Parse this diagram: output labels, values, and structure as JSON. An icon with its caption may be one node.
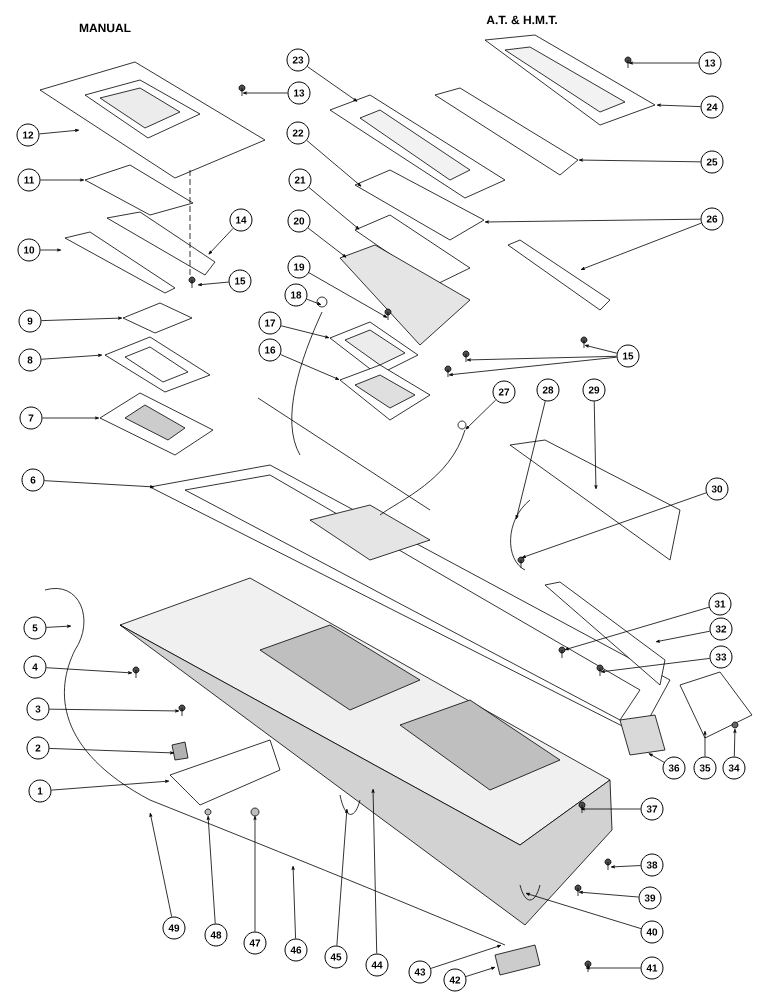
{
  "diagram": {
    "nodes": [
      {
        "text": [
          "1"
        ]
      },
      {
        "text": [
          "2"
        ]
      },
      {
        "text": [
          "3"
        ]
      },
      {
        "text": [
          "4"
        ]
      },
      {
        "text": [
          "5"
        ]
      },
      {
        "text": [
          "6"
        ]
      },
      {
        "text": [
          "7"
        ]
      },
      {
        "text": [
          "8"
        ]
      },
      {
        "text": [
          "9"
        ]
      },
      {
        "text": [
          "10"
        ]
      },
      {
        "text": [
          "11"
        ]
      },
      {
        "text": [
          "12"
        ]
      },
      {
        "text": [
          "13"
        ]
      },
      {
        "text": [
          "13"
        ]
      },
      {
        "text": [
          "14"
        ]
      },
      {
        "text": [
          "15"
        ]
      },
      {
        "text": [
          "15"
        ]
      },
      {
        "text": [
          "16"
        ]
      },
      {
        "text": [
          "17"
        ]
      },
      {
        "text": [
          "18"
        ]
      },
      {
        "text": [
          "19"
        ]
      },
      {
        "text": [
          "20"
        ]
      },
      {
        "text": [
          "21"
        ]
      },
      {
        "text": [
          "22"
        ]
      },
      {
        "text": [
          "23"
        ]
      },
      {
        "text": [
          "24"
        ]
      },
      {
        "text": [
          "25"
        ]
      },
      {
        "text": [
          "26"
        ]
      },
      {
        "text": [
          "27"
        ]
      },
      {
        "text": [
          "28"
        ]
      },
      {
        "text": [
          "29"
        ]
      },
      {
        "text": [
          "30"
        ]
      },
      {
        "text": [
          "31"
        ]
      },
      {
        "text": [
          "32"
        ]
      },
      {
        "text": [
          "33"
        ]
      },
      {
        "text": [
          "34"
        ]
      },
      {
        "text": [
          "35"
        ]
      },
      {
        "text": [
          "36"
        ]
      },
      {
        "text": [
          "37"
        ]
      },
      {
        "text": [
          "38"
        ]
      },
      {
        "text": [
          "39"
        ]
      },
      {
        "text": [
          "40"
        ]
      },
      {
        "text": [
          "41"
        ]
      },
      {
        "text": [
          "42"
        ]
      },
      {
        "text": [
          "43"
        ]
      },
      {
        "text": [
          "44"
        ]
      },
      {
        "text": [
          "45"
        ]
      },
      {
        "text": [
          "46"
        ]
      },
      {
        "text": [
          "47"
        ]
      },
      {
        "text": [
          "48"
        ]
      },
      {
        "text": [
          "49"
        ]
      }
    ],
    "edges": [
      {
        "from": 0,
        "to": null,
        "arrow": "to"
      },
      {
        "from": 1,
        "to": null,
        "arrow": "to"
      },
      {
        "from": 2,
        "to": null,
        "arrow": "to"
      },
      {
        "from": 3,
        "to": null,
        "arrow": "to"
      },
      {
        "from": 4,
        "to": null,
        "arrow": "to"
      },
      {
        "from": 5,
        "to": null,
        "arrow": "to"
      },
      {
        "from": 6,
        "to": null,
        "arrow": "to"
      },
      {
        "from": 7,
        "to": null,
        "arrow": "to"
      },
      {
        "from": 8,
        "to": null,
        "arrow": "to"
      },
      {
        "from": 9,
        "to": null,
        "arrow": "to"
      },
      {
        "from": 10,
        "to": null,
        "arrow": "to"
      },
      {
        "from": 11,
        "to": null,
        "arrow": "to"
      },
      {
        "from": 12,
        "to": null,
        "arrow": "to"
      },
      {
        "from": 13,
        "to": null,
        "arrow": "to"
      },
      {
        "from": 14,
        "to": null,
        "arrow": "to"
      },
      {
        "from": 15,
        "to": null,
        "arrow": "to"
      },
      {
        "from": 16,
        "to": null,
        "arrow": "to"
      },
      {
        "from": 16,
        "to": null,
        "arrow": "to"
      },
      {
        "from": 16,
        "to": null,
        "arrow": "to"
      },
      {
        "from": 17,
        "to": null,
        "arrow": "to"
      },
      {
        "from": 18,
        "to": null,
        "arrow": "to"
      },
      {
        "from": 19,
        "to": null,
        "arrow": "to"
      },
      {
        "from": 20,
        "to": null,
        "arrow": "to"
      },
      {
        "from": 21,
        "to": null,
        "arrow": "to"
      },
      {
        "from": 22,
        "to": null,
        "arrow": "to"
      },
      {
        "from": 23,
        "to": null,
        "arrow": "to"
      },
      {
        "from": 24,
        "to": null,
        "arrow": "to"
      },
      {
        "from": 25,
        "to": null,
        "arrow": "to"
      },
      {
        "from": 26,
        "to": null,
        "arrow": "to"
      },
      {
        "from": 27,
        "to": null,
        "arrow": "to"
      },
      {
        "from": 27,
        "to": null,
        "arrow": "to"
      },
      {
        "from": 28,
        "to": null,
        "arrow": "to"
      },
      {
        "from": 29,
        "to": null,
        "arrow": "to"
      },
      {
        "from": 30,
        "to": null,
        "arrow": "to"
      },
      {
        "from": 31,
        "to": null,
        "arrow": "to"
      },
      {
        "from": 32,
        "to": null,
        "arrow": "to"
      },
      {
        "from": 33,
        "to": null,
        "arrow": "to"
      },
      {
        "from": 34,
        "to": null,
        "arrow": "to"
      },
      {
        "from": 35,
        "to": null,
        "arrow": "to"
      },
      {
        "from": 36,
        "to": null,
        "arrow": "to"
      },
      {
        "from": 37,
        "to": null,
        "arrow": "to"
      },
      {
        "from": 38,
        "to": null,
        "arrow": "to"
      },
      {
        "from": 39,
        "to": null,
        "arrow": "to"
      },
      {
        "from": 40,
        "to": null,
        "arrow": "to"
      },
      {
        "from": 41,
        "to": null,
        "arrow": "to"
      },
      {
        "from": 42,
        "to": null,
        "arrow": "to"
      },
      {
        "from": 43,
        "to": null,
        "arrow": "to"
      },
      {
        "from": 44,
        "to": null,
        "arrow": "to"
      },
      {
        "from": 45,
        "to": null,
        "arrow": "to"
      },
      {
        "from": 46,
        "to": null,
        "arrow": "to"
      },
      {
        "from": 47,
        "to": null,
        "arrow": "to"
      },
      {
        "from": 48,
        "to": null,
        "arrow": "to"
      },
      {
        "from": 49,
        "to": null,
        "arrow": "to"
      },
      {
        "from": 50,
        "to": null,
        "arrow": "to"
      }
    ],
    "labels": [
      "MANUAL",
      "A.T. & H.M.T."
    ]
  }
}
